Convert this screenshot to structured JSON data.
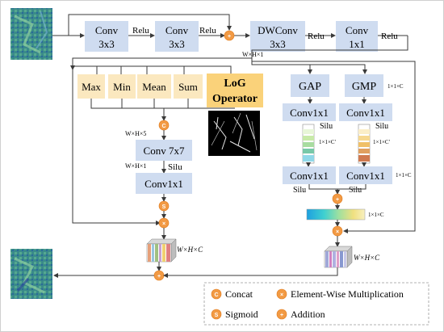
{
  "blocks": {
    "conv1": [
      "Conv",
      "3x3"
    ],
    "conv2": [
      "Conv",
      "3x3"
    ],
    "dwconv": [
      "DWConv",
      "3x3"
    ],
    "conv1x1_top": [
      "Conv",
      "1x1"
    ],
    "max": "Max",
    "min": "Min",
    "mean": "Mean",
    "sum": "Sum",
    "log": [
      "LoG",
      "Operator"
    ],
    "conv7x7": "Conv 7x7",
    "conv1x1_left": "Conv1x1",
    "gap": "GAP",
    "gmp": "GMP",
    "conv1x1_gap1": "Conv1x1",
    "conv1x1_gmp1": "Conv1x1",
    "conv1x1_gap2": "Conv1x1",
    "conv1x1_gmp2": "Conv1x1"
  },
  "labels": {
    "relu1": "Relu",
    "relu2": "Relu",
    "relu3": "Relu",
    "relu4": "Relu",
    "whn": "W×H×C",
    "dim_top": "W×H×1",
    "dim_concat": "W×H×5",
    "dim_conv7": "W×H×1",
    "silu1": "Silu",
    "silu_gap1": "Silu",
    "silu_gmp1": "Silu",
    "silu_gap2": "Silu",
    "silu_gmp2": "Silu",
    "dim_gmp": "1×1×C",
    "dim_gap_vec": "1×1×C′",
    "dim_gmp_vec": "1×1×C′",
    "dim_conv_gmp2": "1×1×C",
    "dim_attn": "1×1×C",
    "whc_left": "W×H×C",
    "whc_right": "W×H×C"
  },
  "ops": {
    "concat": "C",
    "sigmoid": "S",
    "add": "+",
    "mult": "×"
  },
  "legend": {
    "concat": "Concat",
    "mult": "Element-Wise Multiplication",
    "sigmoid": "Sigmoid",
    "add": "Addition"
  }
}
